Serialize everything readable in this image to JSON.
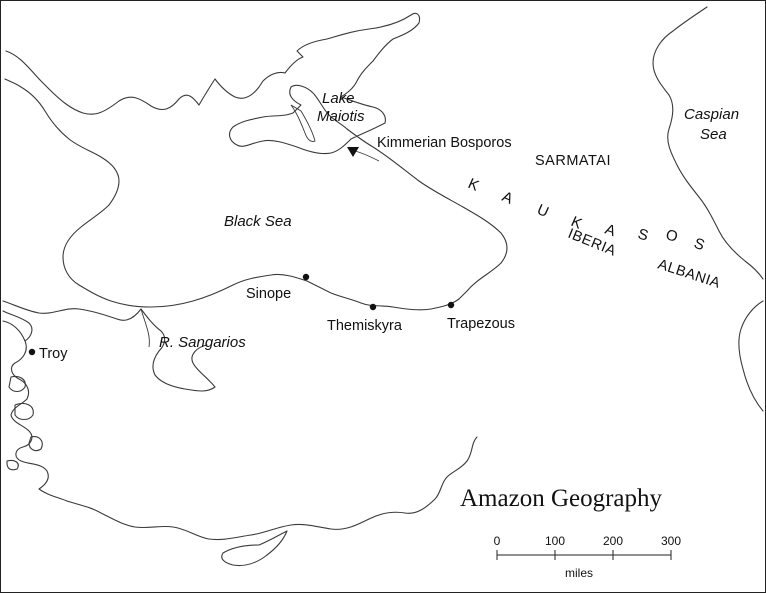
{
  "title": "Amazon Geography",
  "seas": {
    "black_sea": "Black Sea",
    "lake_maiotis_line1": "Lake",
    "lake_maiotis_line2": "Maiotis",
    "caspian_line1": "Caspian",
    "caspian_line2": "Sea"
  },
  "places": {
    "kimmerian_bosporos": "Kimmerian Bosporos",
    "sinope": "Sinope",
    "themiskyra": "Themiskyra",
    "trapezous": "Trapezous",
    "troy": "Troy",
    "sangarios": "R. Sangarios"
  },
  "regions": {
    "sarmatai": "SARMATAI",
    "iberia": "IBERIA",
    "albania": "ALBANIA"
  },
  "kaukasos_letters": [
    "K",
    "A",
    "U",
    "K",
    "A",
    "S",
    "O",
    "S"
  ],
  "scale": {
    "ticks": [
      "0",
      "100",
      "200",
      "300"
    ],
    "unit": "miles"
  }
}
